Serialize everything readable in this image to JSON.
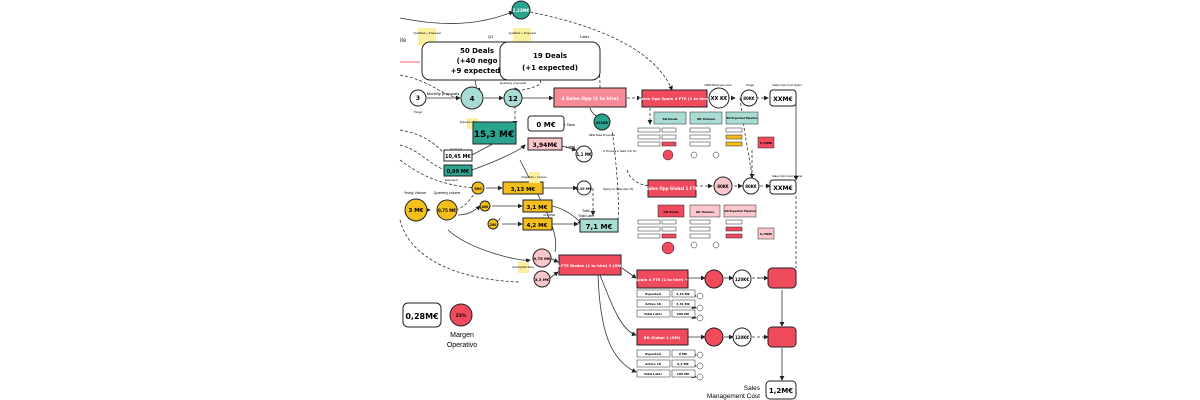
{
  "colors": {
    "teal": "#2aa38f",
    "teal_light": "#a9ddd3",
    "yellow": "#f3bf1c",
    "pink": "#f04a5d",
    "pink_light": "#fbc6cc",
    "sticky": "#fbf0a0",
    "stroke": "#222222"
  },
  "labels": {
    "qualified_a": "Qualified + Proposal",
    "qualified_b": "Qualified + Proposal",
    "q1": "Q1",
    "later": "Later",
    "deals_50_line1": "50 Deals",
    "deals_50_line2": "(+40 nego",
    "deals_50_line3": "+9 expected)",
    "deals_19_line1": "19 Deals",
    "deals_19_line2": "(+1 expected)",
    "top_circle": "2,23M€",
    "ite": "ite",
    "three": "3",
    "monthly_proposals": "Monthly proposals",
    "target": "Target",
    "four": "4",
    "quarterly_proposals": "Quarterly proposals",
    "twelve": "12",
    "sales_opp_main": "4 Sales Opp (1 to hire)",
    "sales_opp_spain": "Sales Opp Spain 4 FTE (1 to hire)",
    "new_business_cost": "NEW Business Cost",
    "xx_ke": "XX K€",
    "target2": "Target",
    "sales_ops_cost_spain": "Sales Ops Cost Spain",
    "k80_a": "80K€",
    "xxme_a": "XXM€",
    "m153": "15,3 M€",
    "sticky_mid": "Expected + Reviewed",
    "zero_me": "0 M€",
    "new": "New",
    "teal_small": "421K€",
    "new_data_label": "NEW Data Proposals",
    "m394": "3,94M€",
    "later2": "Later",
    "m1045": "10,45 M€",
    "in_q1": "In Q1 (2)",
    "m11": "1,1 M€",
    "m1_label": "In Proposal to Sales (Oct 15)",
    "m499": "0,99 M€",
    "expected": "Expected",
    "yearly_volume": "Yearly Volume",
    "three_me": "3 M€",
    "quarterly_volume": "Quarterly volume",
    "m075": "0,75 M€",
    "k500": "500",
    "m313": "3,13 M€",
    "sticky_small": "Negotiation + Contract",
    "m019": "0,19 M€",
    "m019_label": "Signing for Sales (Dec 15)",
    "k400": "400",
    "m31": "3,1 M€",
    "total": "Total",
    "total_later": "Total Later",
    "k200": "200",
    "m42": "4,2 M€",
    "inl_label": "IN LATER",
    "m71": "7,1 M€",
    "sales_opp_global": "Sales Opp Global 1 FTE",
    "k80_b": "80K€",
    "xxme_b": "XXM€",
    "sales_ops_cost_global": "Sales Ops Cost Global",
    "sd_deals": "SD Deals",
    "sd_volume": "SD Volume",
    "sd_expected": "SD Expected Pipeline",
    "gl_deals": "GD Deals",
    "gl_volume": "GD Volume",
    "gl_expected": "GD Expected Pipeline",
    "pct_a": "2,13M€",
    "pct_b": "0,79M€",
    "m075b": "0,75 M€",
    "fte4": "4 FTE Bizdev (1 to hire) 3 (GM)",
    "sticky_bottom": "Including Bids Rules",
    "m33": "3,3 M€",
    "bd_spain": "BD Spain 4 FTE (1 to hire) + GM",
    "bd_global": "BD Global 1 (GM)",
    "k120_a": "120K€",
    "k120_b": "120K€",
    "expected_a": "Expected",
    "active_a": "Active 18",
    "total_later_a": "Total Later",
    "expected_a_val": "4,19 M€",
    "active_a_val": "3,31 M€",
    "total_later_a_val": "200 M€",
    "expected_b": "Expected",
    "active_b": "Active 18",
    "total_later_b": "Total Later",
    "expected_b_val": "0 M€",
    "active_b_val": "0,2 M€",
    "total_later_b_val": "100 M€",
    "m028": "0,28M€",
    "pct23": "23%",
    "margen1": "Margen",
    "margen2": "Operativo",
    "sales_mgmt1": "Sales",
    "sales_mgmt2": "Management Cost",
    "m12": "1,2M€"
  }
}
